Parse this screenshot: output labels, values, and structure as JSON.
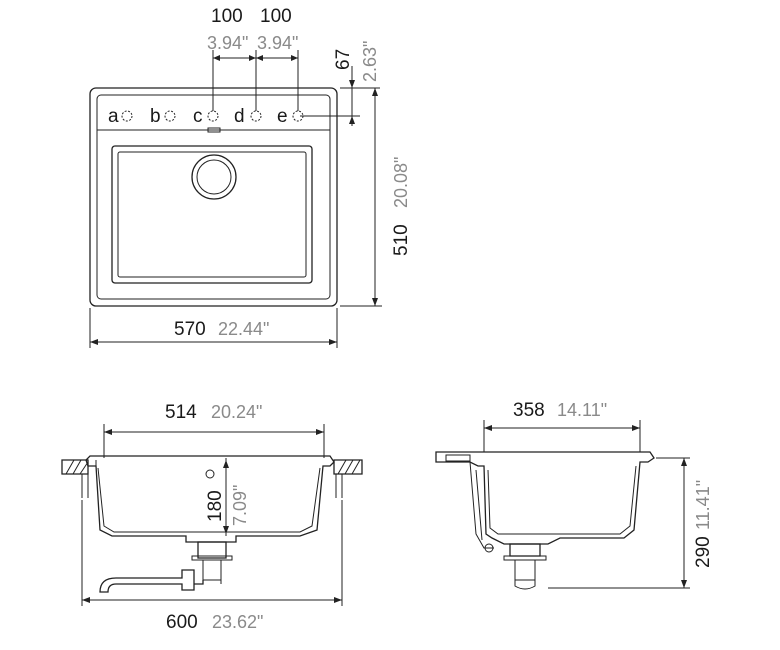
{
  "top_view": {
    "tap_spacing_1_mm": "100",
    "tap_spacing_2_mm": "100",
    "tap_spacing_1_in": "3.94\"",
    "tap_spacing_2_in": "3.94\"",
    "tap_offset_mm": "67",
    "tap_offset_in": "2.63\"",
    "depth_mm": "510",
    "depth_in": "20.08\"",
    "width_mm": "570",
    "width_in": "22.44\"",
    "holes": [
      {
        "label": "a"
      },
      {
        "label": "b"
      },
      {
        "label": "c"
      },
      {
        "label": "d"
      },
      {
        "label": "e"
      }
    ]
  },
  "front_view": {
    "bowl_width_mm": "514",
    "bowl_width_in": "20.24\"",
    "bowl_depth_mm": "180",
    "bowl_depth_in": "7.09\"",
    "cabinet_mm": "600",
    "cabinet_in": "23.62\""
  },
  "side_view": {
    "bowl_length_mm": "358",
    "bowl_length_in": "14.11\"",
    "height_mm": "290",
    "height_in": "11.41\""
  }
}
